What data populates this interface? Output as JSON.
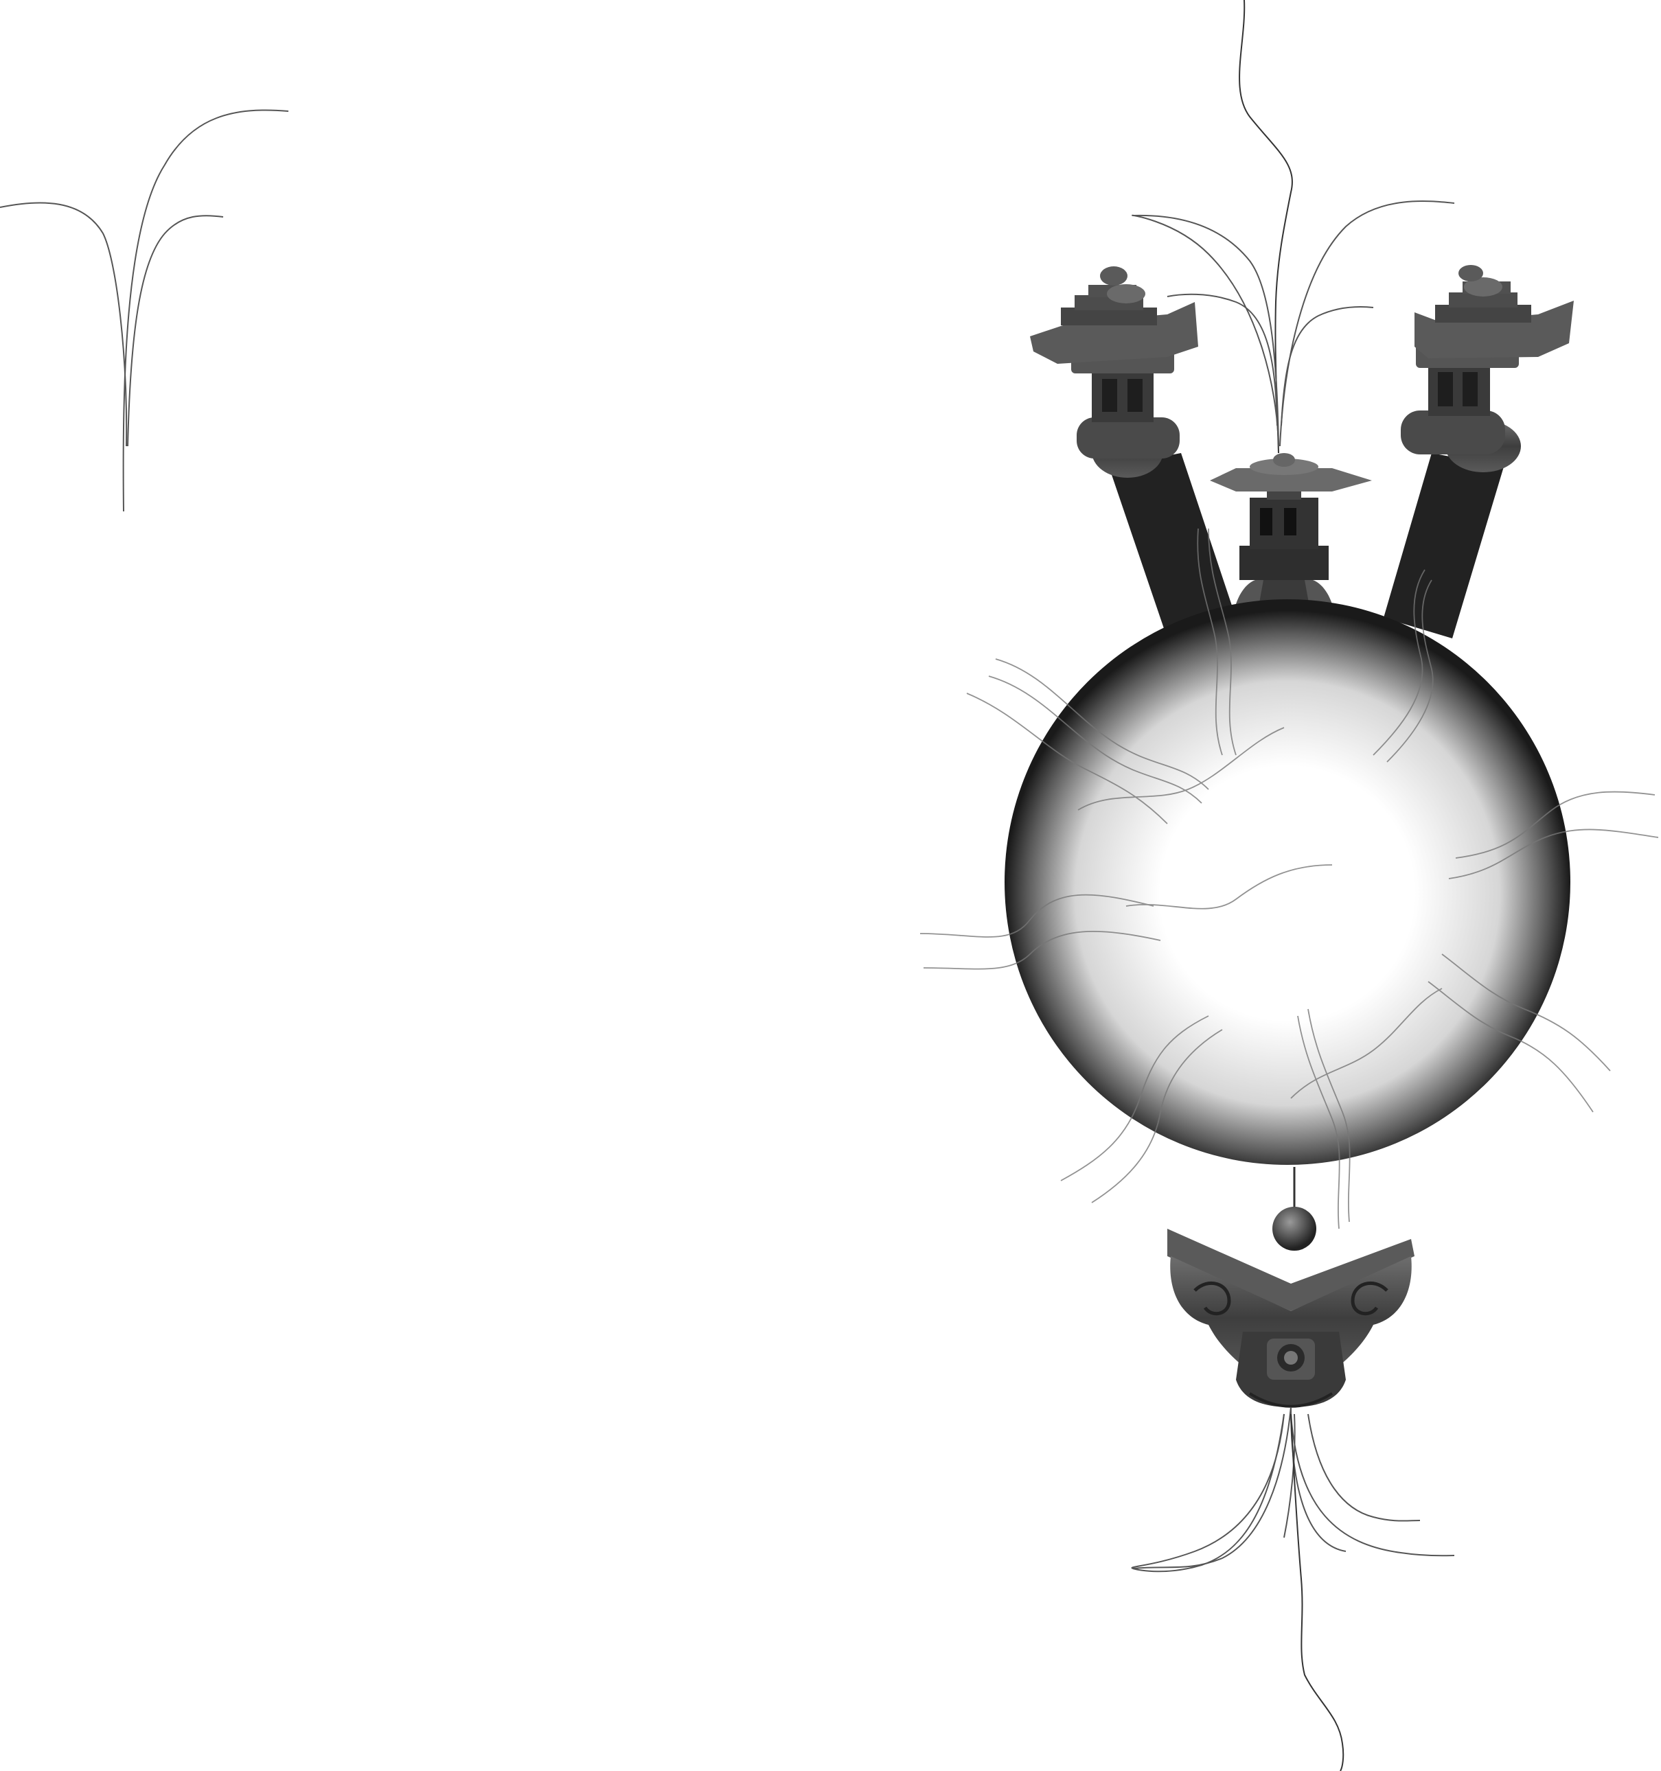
{
  "artwork": {
    "palette": {
      "background": "#ffffff",
      "orb_dark": "#1a1a1a",
      "orb_light": "#ffffff",
      "stone": "#4a4a4a",
      "stone_dark": "#262626",
      "pillar": "#222222",
      "line": "#555555"
    },
    "elements": [
      "fountain-sprout",
      "top-vine",
      "top-fountain-sprout",
      "left-pagoda-finial",
      "right-pagoda-finial",
      "left-pillar",
      "right-pillar",
      "stone-lantern",
      "glowing-orb",
      "orb-tendrils",
      "hanging-ball",
      "carved-roof-ornament",
      "bottom-fountain-sprout",
      "bottom-vine"
    ]
  }
}
